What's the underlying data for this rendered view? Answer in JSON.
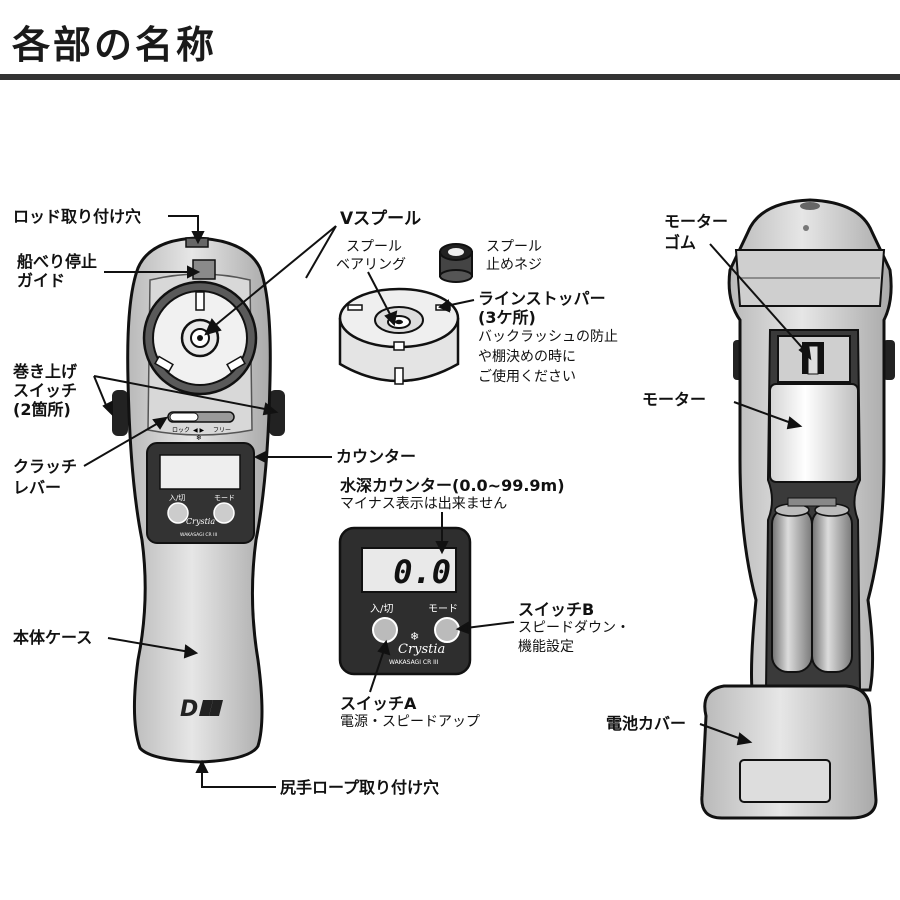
{
  "title": "各部の名称",
  "labels": {
    "rod_hole": "ロッド取り付け穴",
    "guide_l1": "船べり停止",
    "guide_l2": "ガイド",
    "windup_l1": "巻き上げ",
    "windup_l2": "スイッチ",
    "windup_l3": "(2箇所)",
    "clutch_l1": "クラッチ",
    "clutch_l2": "レバー",
    "body_case": "本体ケース",
    "tail_rope_hole": "尻手ロープ取り付け穴",
    "v_spool": "Vスプール",
    "spool_bearing_l1": "スプール",
    "spool_bearing_l2": "ベアリング",
    "spool_screw_l1": "スプール",
    "spool_screw_l2": "止めネジ",
    "line_stopper_l1": "ラインストッパー",
    "line_stopper_l2": "(3ケ所)",
    "line_stopper_d1": "バックラッシュの防止",
    "line_stopper_d2": "や棚決めの時に",
    "line_stopper_d3": "ご使用ください",
    "counter": "カウンター",
    "depth_counter": "水深カウンター(0.0~99.9m)",
    "depth_counter_note": "マイナス表示は出来ません",
    "switch_b": "スイッチB",
    "switch_b_d1": "スピードダウン・",
    "switch_b_d2": "機能設定",
    "switch_a": "スイッチA",
    "switch_a_d": "電源・スピードアップ",
    "motor_rubber_l1": "モーター",
    "motor_rubber_l2": "ゴム",
    "motor": "モーター",
    "battery_cover": "電池カバー"
  },
  "device": {
    "display_value": "0.0",
    "button_a_label": "入/切",
    "button_b_label": "モード",
    "brand": "Crystia",
    "model": "WAKASAGI CR III",
    "clutch_lock": "ロック",
    "clutch_free": "フリー",
    "logo_mark": "D"
  }
}
